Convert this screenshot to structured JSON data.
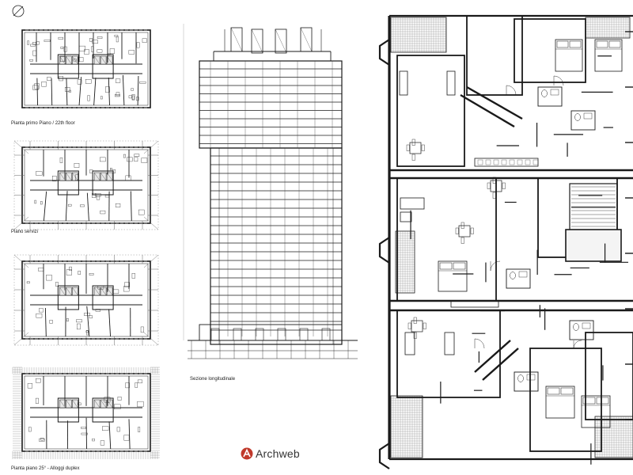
{
  "captions": {
    "plan_22": "Pianta primo Piano / 22th floor",
    "plan_services": "Piano servizi",
    "plan_25": "Pianta piano 25° - Alloggi duplex",
    "section": "Sezione longitudinale"
  },
  "logo": {
    "text": "Archweb",
    "color": "#c0392b"
  },
  "icons": {
    "north": "compass-circle-icon",
    "logo": "archweb-logo-icon"
  },
  "colors": {
    "line": "#1a1a1a",
    "hatch": "#555555",
    "wall": "#333333"
  }
}
